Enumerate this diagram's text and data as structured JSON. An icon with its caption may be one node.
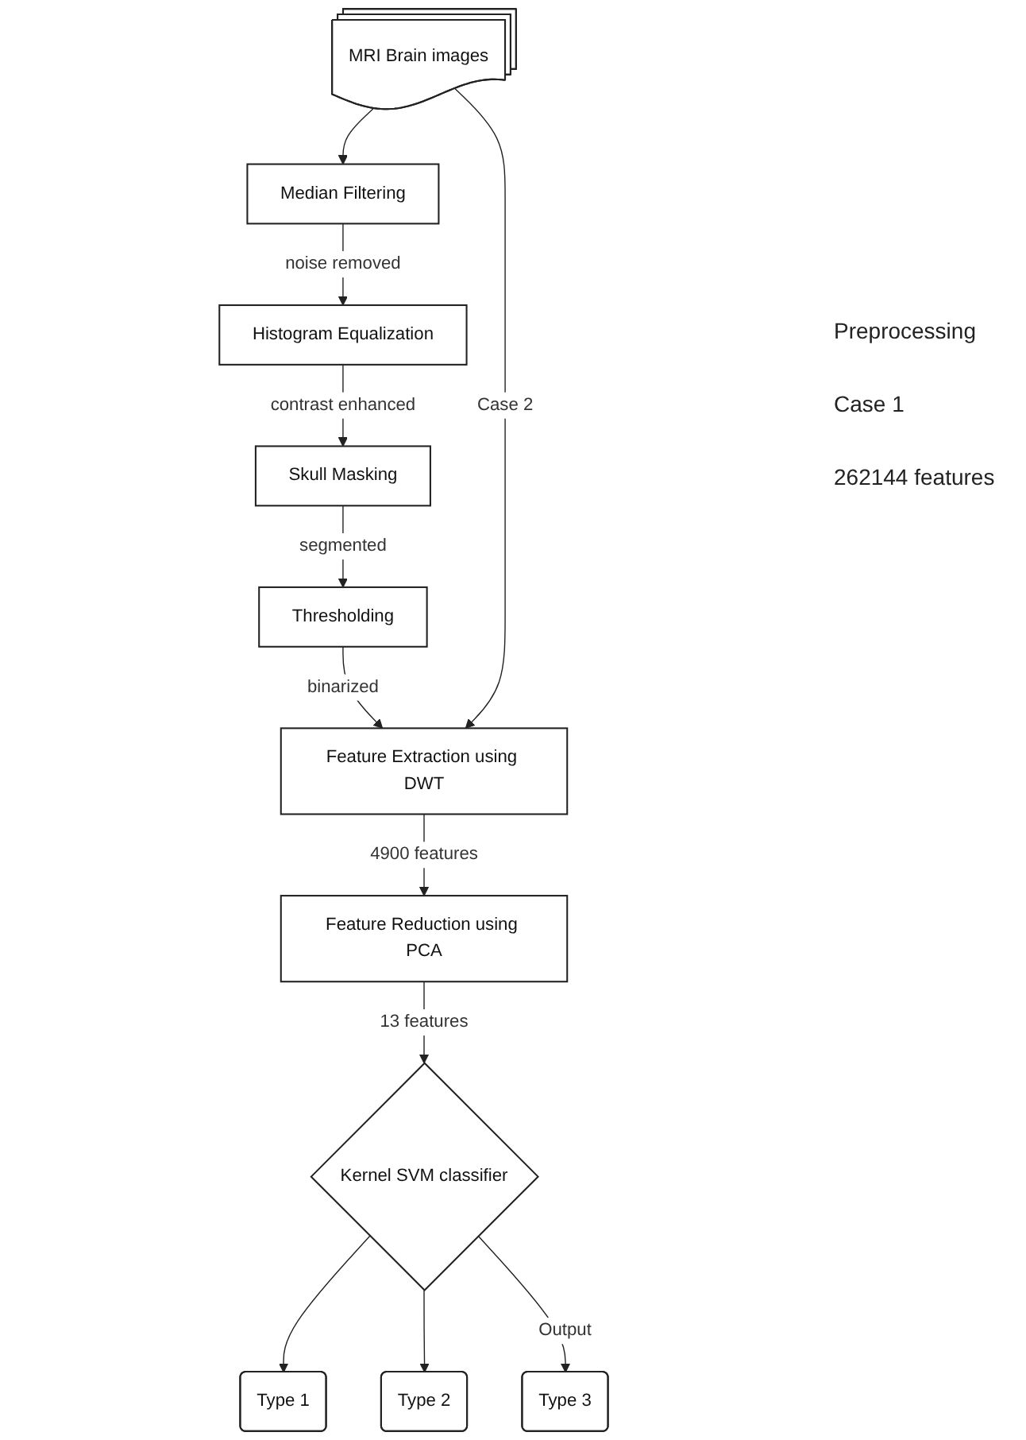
{
  "diagram": {
    "nodes": [
      {
        "text": [
          "MRI Brain images"
        ]
      },
      {
        "text": [
          "Median Filtering"
        ]
      },
      {
        "text": [
          "Histogram Equalization"
        ]
      },
      {
        "text": [
          "Skull Masking"
        ]
      },
      {
        "text": [
          "Thresholding"
        ]
      },
      {
        "text": [
          "Feature Extraction using DWT"
        ]
      },
      {
        "text": [
          "Feature Reduction using PCA"
        ]
      },
      {
        "text": [
          "Kernel SVM classifier"
        ]
      },
      {
        "text": [
          "Type 1"
        ]
      },
      {
        "text": [
          "Type 2"
        ]
      },
      {
        "text": [
          "Type 3"
        ]
      }
    ],
    "edges": [
      {
        "from": 0,
        "to": 1,
        "arrow": "to"
      },
      {
        "from": 1,
        "to": 2,
        "arrow": "to",
        "label": "noise removed"
      },
      {
        "from": 2,
        "to": 3,
        "arrow": "to",
        "label": "contrast enhanced"
      },
      {
        "from": 3,
        "to": 4,
        "arrow": "to",
        "label": "segmented"
      },
      {
        "from": 4,
        "to": 5,
        "arrow": "to",
        "label": "binarized"
      },
      {
        "from": 0,
        "to": 5,
        "arrow": "to",
        "label": "Case 2"
      },
      {
        "from": 5,
        "to": 6,
        "arrow": "to",
        "label": "4900 features"
      },
      {
        "from": 6,
        "to": 7,
        "arrow": "to",
        "label": "13 features"
      },
      {
        "from": 7,
        "to": 8,
        "arrow": "to"
      },
      {
        "from": 7,
        "to": 9,
        "arrow": "to"
      },
      {
        "from": 7,
        "to": 10,
        "arrow": "to",
        "label": "Output"
      }
    ],
    "labels": [
      "Preprocessing",
      "Case 1",
      "262144 features"
    ]
  }
}
